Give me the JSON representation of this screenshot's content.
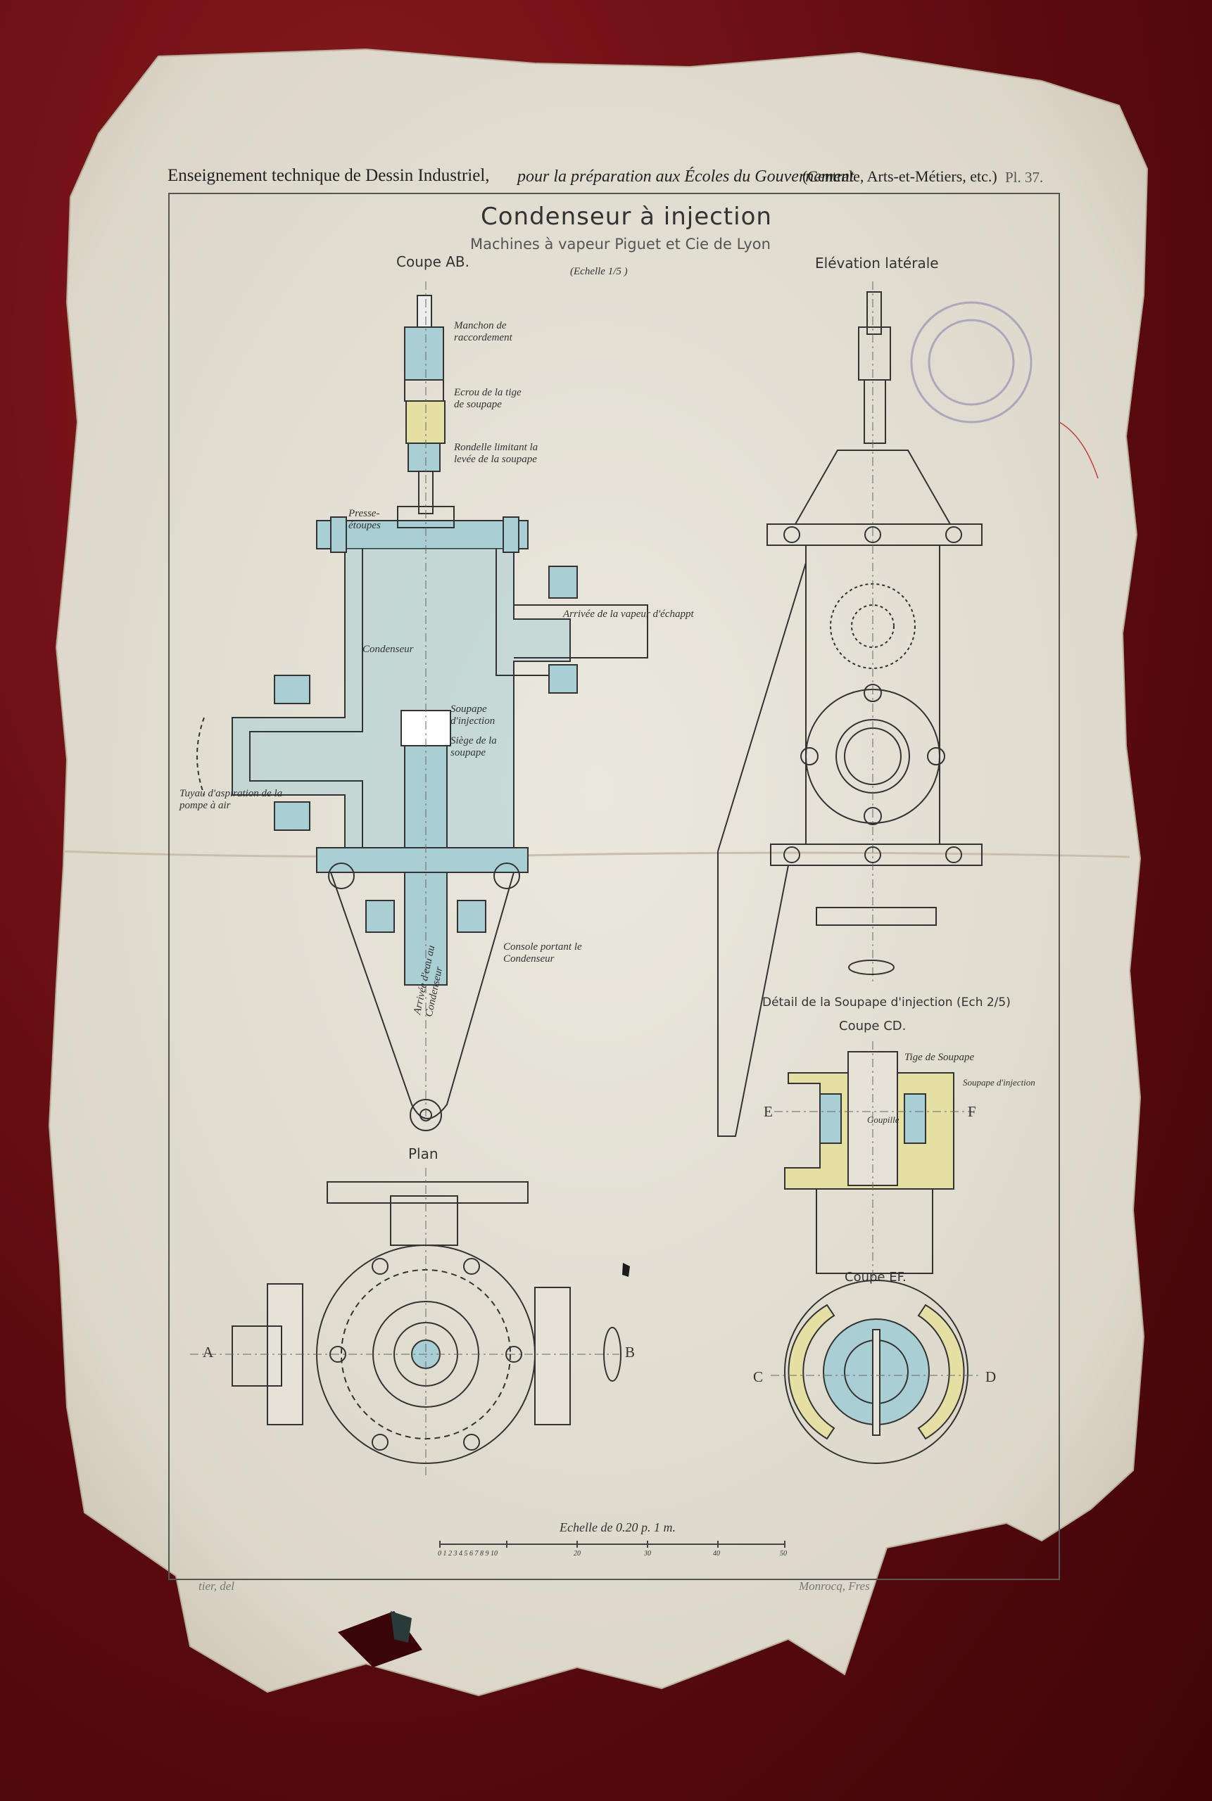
{
  "header": {
    "left": "Enseignement technique de Dessin Industriel,",
    "middle": "pour la préparation aux Écoles du Gouvernement",
    "right": "(Centrale, Arts-et-Métiers, etc.)",
    "plate": "Pl. 37."
  },
  "title": "Condenseur à injection",
  "subtitle": "Machines à vapeur Piguet et Cie de Lyon",
  "scale_note": "(Echelle 1/5 )",
  "views": {
    "coupe_ab": "Coupe AB.",
    "elevation": "Elévation latérale",
    "plan": "Plan",
    "detail": "Détail de la Soupape d'injection (Ech 2/5)",
    "coupe_cd": "Coupe CD.",
    "coupe_ef": "Coupe EF."
  },
  "annotations": {
    "manchon": "Manchon de raccordement",
    "ecrou": "Ecrou de la tige de soupape",
    "rondelle": "Rondelle limitant la levée de la soupape",
    "presse": "Presse- étoupes",
    "arrivee_vapeur": "Arrivée de la vapeur d'échappt",
    "condenseur": "Condenseur",
    "soupape_injection": "Soupape d'injection",
    "siege": "Siège de la soupape",
    "tuyau": "Tuyau d'aspiration de la pompe à air",
    "console": "Console portant le Condenseur",
    "arrivee_eau": "Arrivée d'eau au Condenseur",
    "tige_soupape": "Tige de Soupape",
    "soupape_detail": "Soupape d'injection",
    "goupille": "Goupille"
  },
  "section_letters": {
    "a": "A",
    "b": "B",
    "c": "C",
    "d": "D",
    "e": "E",
    "f": "F"
  },
  "scale_bar": {
    "label": "Echelle de 0.20 p. 1 m.",
    "ticks": [
      "0 1 2 3 4 5 6 7 8 9 10",
      "20",
      "30",
      "40",
      "50"
    ]
  },
  "footer": {
    "left": "tier, del",
    "right": "Monrocq, Fres"
  },
  "colors": {
    "paper": "#e6e2d7",
    "ink": "#2e2e2e",
    "blue_wash": "#a9cfd4",
    "yellow_wash": "#e5dfa3",
    "velvet": "#6e0f14"
  }
}
